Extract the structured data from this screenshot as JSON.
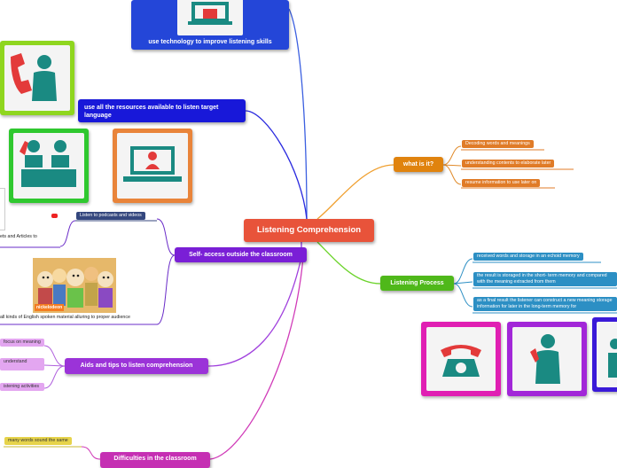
{
  "central": {
    "label": "Listening Comprehension"
  },
  "branches": {
    "what_is_it": {
      "label": "what is it?",
      "items": [
        "Decoding words and meanings",
        "understanding contents to elaborate  later",
        "resume information to use later on"
      ]
    },
    "process": {
      "label": "Listening Process",
      "items": [
        "received words and storage in an echoid memory",
        "the result is storaged  in the short- term memory and compared with the meaning extracted from them",
        "as a final result the listener can construct a new meaning storage information for later in the long-term memory for"
      ]
    },
    "self_access": {
      "label": "Self- access outside the classroom",
      "items": [
        "Listen to podcasts and videos",
        "ets and Articles to",
        "all kinds of English spoken material alluring to proper audience"
      ],
      "cartoon_tag": "nickelodeon"
    },
    "aids": {
      "label": "Aids and tips to listen comprehension",
      "items": [
        "focus on meaning",
        "understand",
        "istening activities"
      ]
    },
    "difficulties": {
      "label": "Difficulties in the classroom",
      "items": [
        "many words sound the same"
      ]
    },
    "resources": {
      "label": "use all the resources available to listen target language"
    },
    "technology": {
      "label": "use technology to improve listening skills"
    }
  },
  "colors": {
    "central": "#e8533a",
    "what_is_it": "#e0830e",
    "process": "#4fb81a",
    "self_access": "#7a1fd6",
    "aids": "#9b33d8",
    "difficulties": "#c52fb3",
    "resources": "#1818d9",
    "technology": "#2446d8"
  },
  "icons": [
    "computer-icon",
    "telephone-icon",
    "person-icon",
    "classroom-icon",
    "laptop-icon",
    "phone-call-icon",
    "youtube-icon"
  ]
}
